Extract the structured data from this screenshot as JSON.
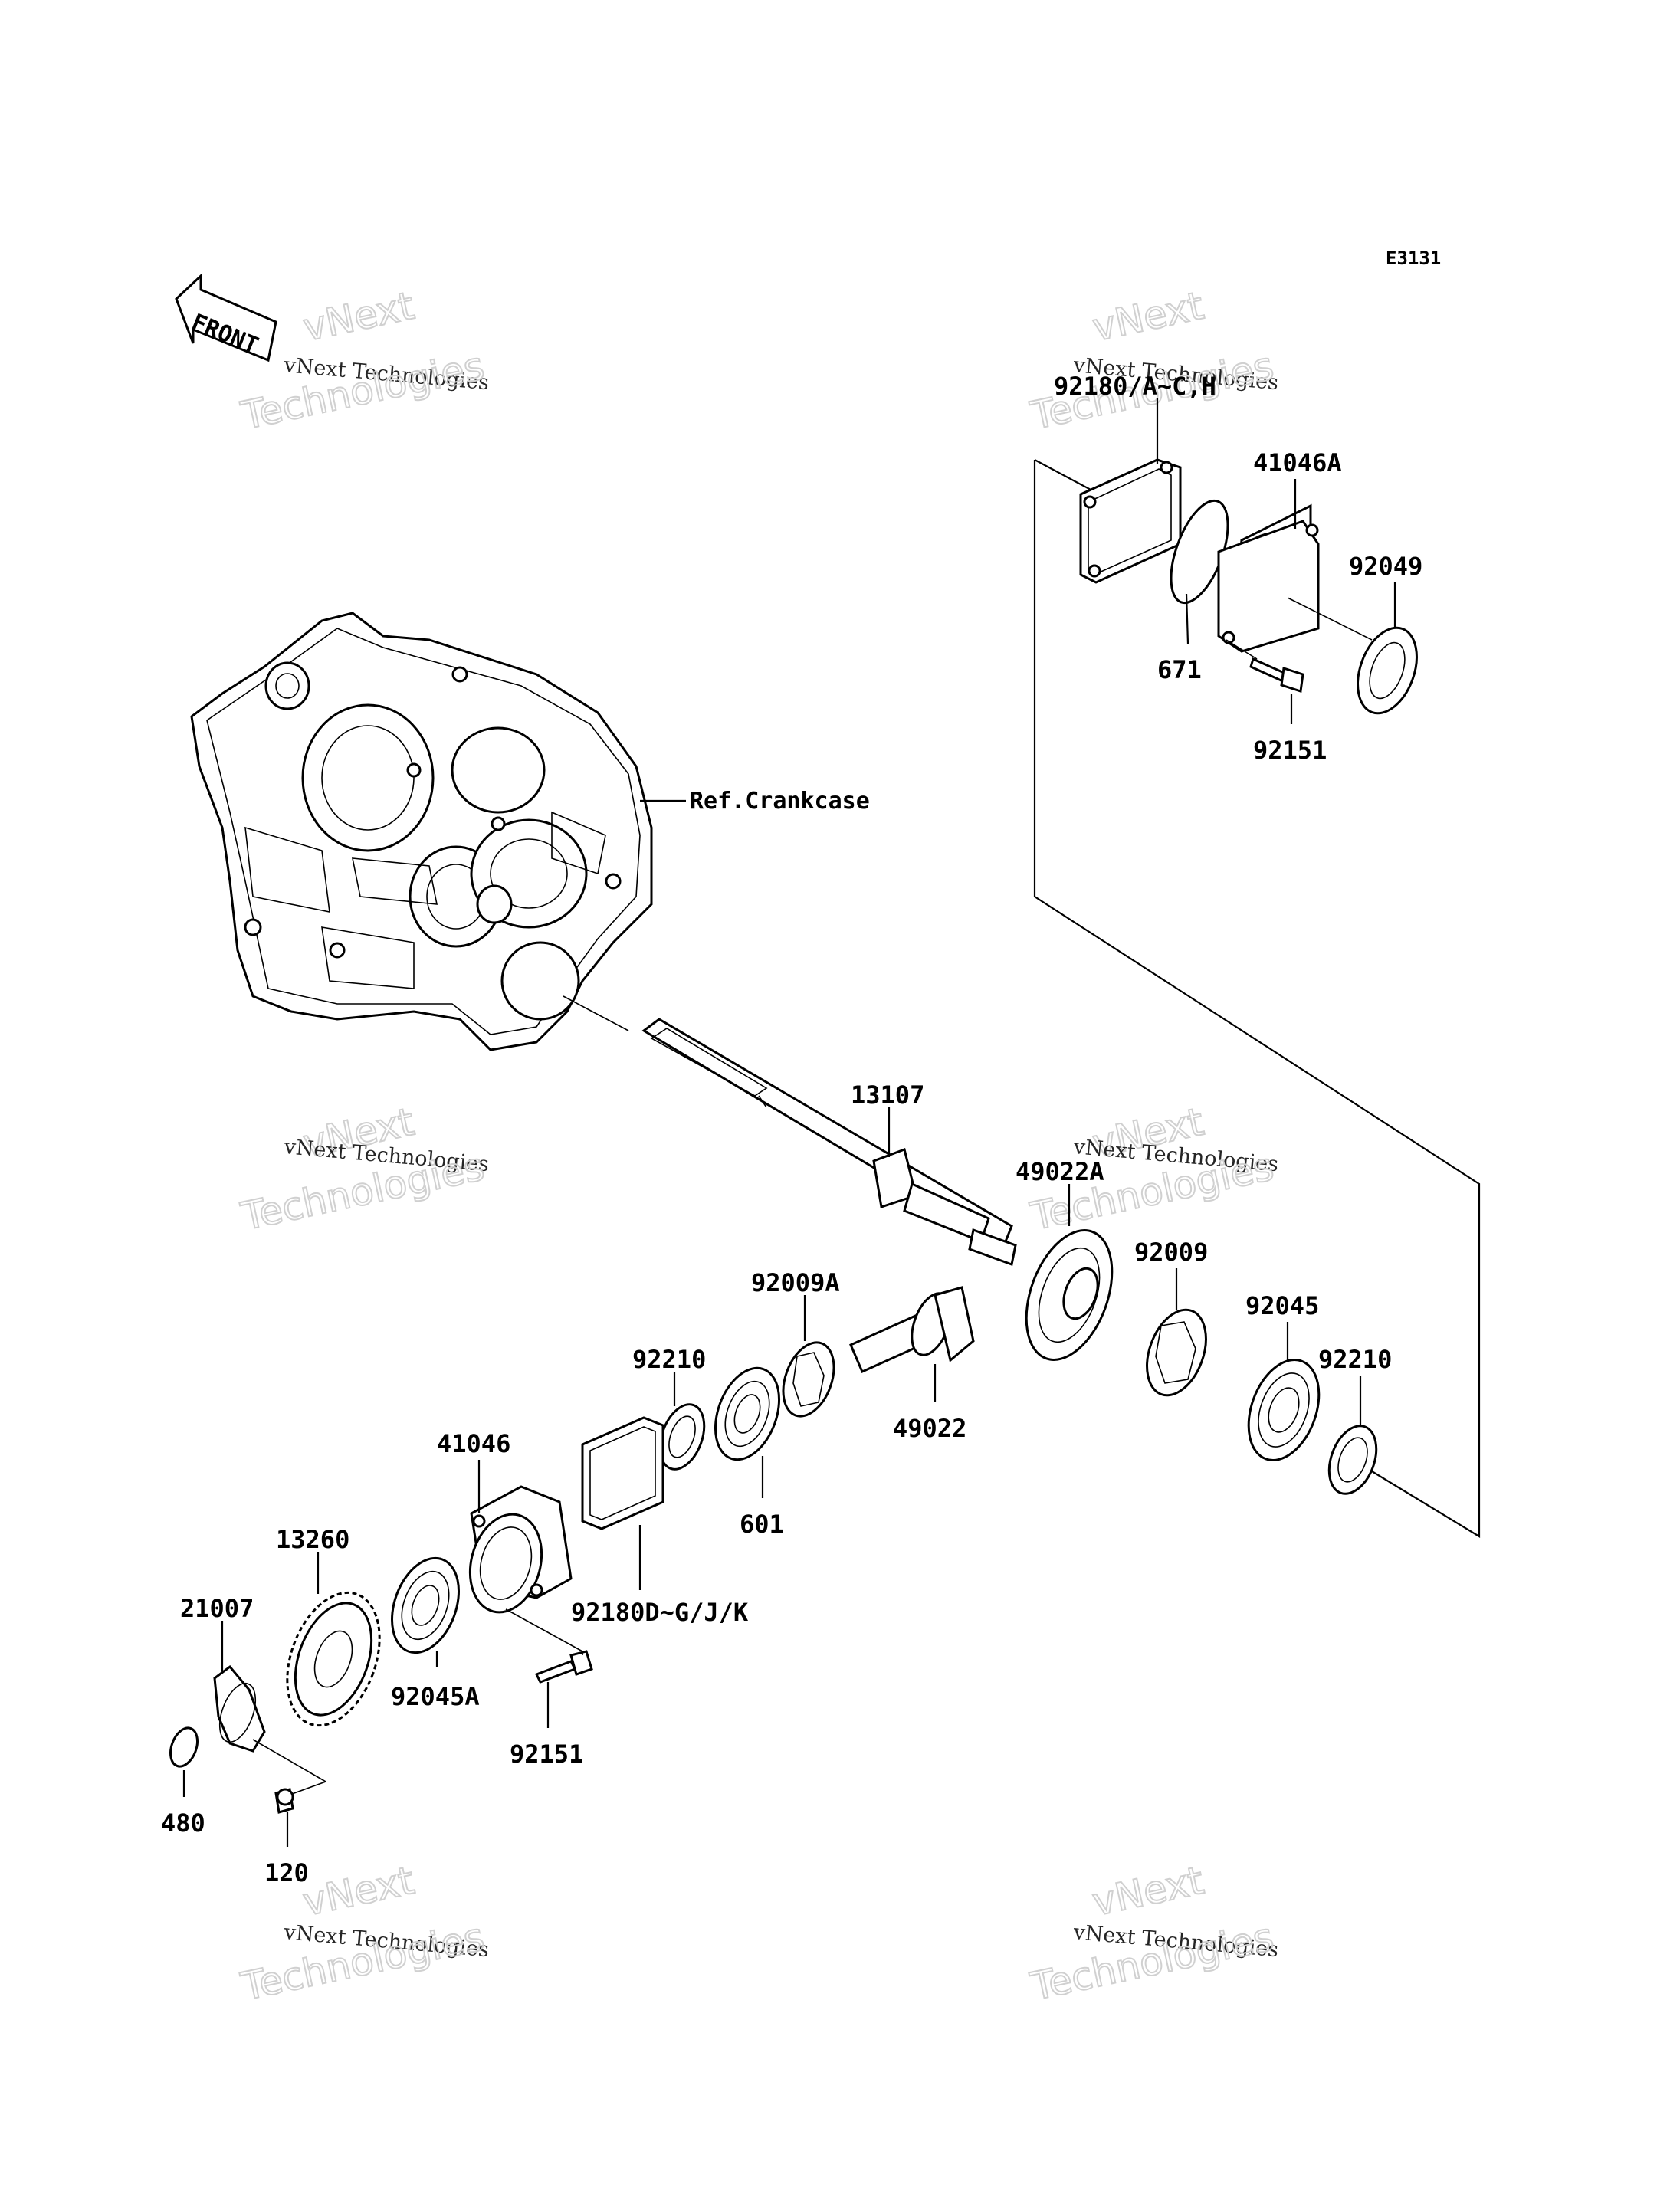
{
  "diagram": {
    "code": "E3131",
    "front_label": "FRONT",
    "ref_label": "Ref.Crankcase",
    "watermark": {
      "line1": "vNext",
      "line2": "vNext Technologies",
      "line3": "Technologies"
    },
    "parts": [
      {
        "id": "92180ac",
        "label": "92180/A~C,H"
      },
      {
        "id": "41046a",
        "label": "41046A"
      },
      {
        "id": "92049",
        "label": "92049"
      },
      {
        "id": "671",
        "label": "671"
      },
      {
        "id": "92151-top",
        "label": "92151"
      },
      {
        "id": "13107",
        "label": "13107"
      },
      {
        "id": "49022a",
        "label": "49022A"
      },
      {
        "id": "92009",
        "label": "92009"
      },
      {
        "id": "92009a",
        "label": "92009A"
      },
      {
        "id": "92045",
        "label": "92045"
      },
      {
        "id": "92210-right",
        "label": "92210"
      },
      {
        "id": "92210-left",
        "label": "92210"
      },
      {
        "id": "49022",
        "label": "49022"
      },
      {
        "id": "601",
        "label": "601"
      },
      {
        "id": "41046",
        "label": "41046"
      },
      {
        "id": "92180dk",
        "label": "92180D~G/J/K"
      },
      {
        "id": "13260",
        "label": "13260"
      },
      {
        "id": "21007",
        "label": "21007"
      },
      {
        "id": "92045a",
        "label": "92045A"
      },
      {
        "id": "92151-bottom",
        "label": "92151"
      },
      {
        "id": "480",
        "label": "480"
      },
      {
        "id": "120",
        "label": "120"
      }
    ]
  }
}
